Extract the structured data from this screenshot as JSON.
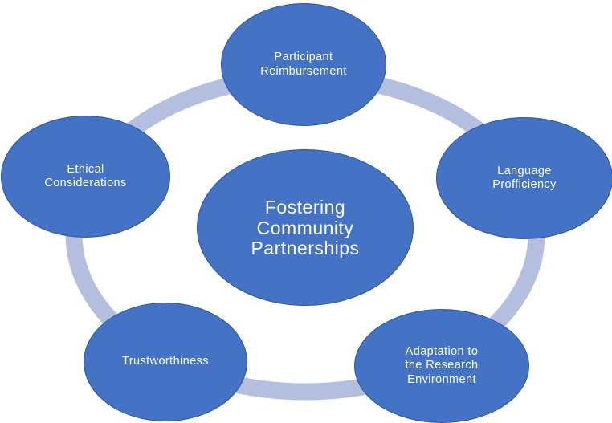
{
  "colors": {
    "node_fill": "#4472c4",
    "node_border": "#2f5597",
    "ring": "#b4bfe0",
    "text": "#ffffff"
  },
  "diagram": {
    "center": {
      "label": "Fostering\nCommunity\nPartnerships"
    },
    "nodes": {
      "participant_reimbursement": {
        "label": "Participant\nReimbursement"
      },
      "language_proficiency": {
        "label": "Language\nProfficiency"
      },
      "adaptation": {
        "label": "Adaptation to\nthe Research\nEnvironment"
      },
      "trustworthiness": {
        "label": "Trustworthiness"
      },
      "ethical_considerations": {
        "label": "Ethical\nConsiderations"
      }
    }
  }
}
